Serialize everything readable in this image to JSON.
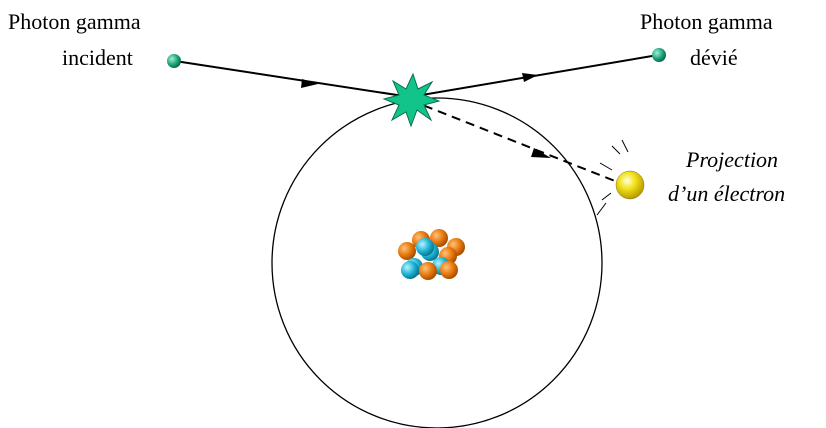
{
  "labels": {
    "incident_line1": "Photon gamma",
    "incident_line2": "incident",
    "deviated_line1": "Photon gamma",
    "deviated_line2": "dévié",
    "electron_line1": "Projection",
    "electron_line2": "d’un électron"
  },
  "colors": {
    "photon": "#1aa37a",
    "collision": "#12c48a",
    "electron": "#f2e21a",
    "proton": "#e8780c",
    "neutron": "#1fb5d6",
    "orbit": "#000000"
  }
}
